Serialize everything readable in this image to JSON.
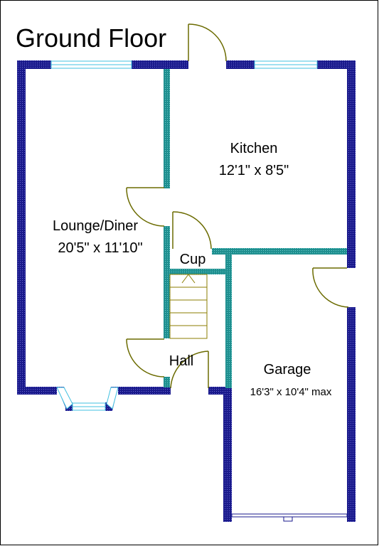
{
  "title": "Ground Floor",
  "rooms": {
    "lounge": {
      "name": "Lounge/Diner",
      "size": "20'5\" x 11'10\""
    },
    "kitchen": {
      "name": "Kitchen",
      "size": "12'1\" x 8'5\""
    },
    "cupboard": {
      "name": "Cup"
    },
    "hall": {
      "name": "Hall"
    },
    "garage": {
      "name": "Garage",
      "size": "16'3\" x 10'4\" max"
    }
  },
  "colors": {
    "external_wall": "#1a1a8c",
    "internal_wall": "#1f8f8f",
    "window": "#40c0e0",
    "door": "#6b6b00",
    "stairs": "#8b7d00",
    "text": "#000000"
  }
}
